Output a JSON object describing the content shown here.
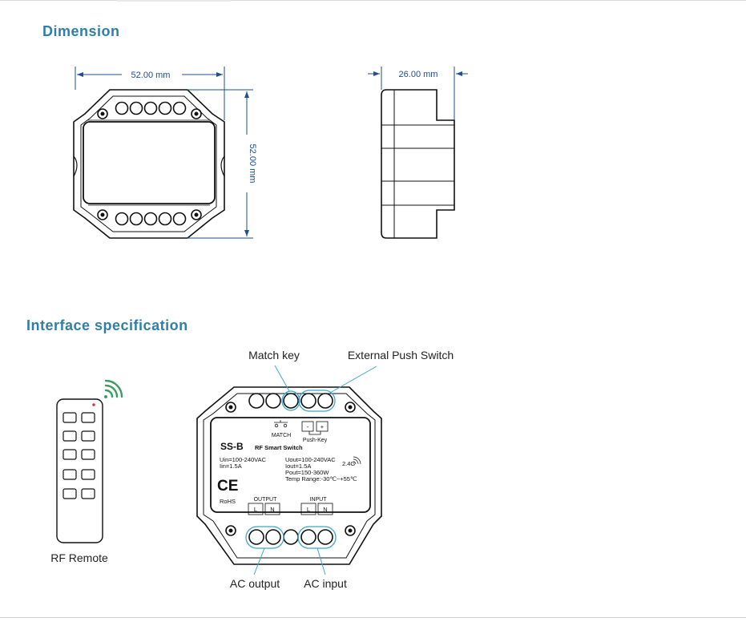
{
  "sections": {
    "dimension_title": "Dimension",
    "interface_title": "Interface specification"
  },
  "dimensions": {
    "width": "52.00 mm",
    "height": "52.00 mm",
    "depth": "26.00 mm"
  },
  "callouts": {
    "match_key": "Match key",
    "external_push_switch": "External Push Switch",
    "ac_output": "AC output",
    "ac_input": "AC input",
    "rf_remote": "RF Remote"
  },
  "device_label": {
    "model": "SS-B",
    "product": "RF Smart Switch",
    "match": "MATCH",
    "push_key": "Push-Key",
    "minus": "-",
    "plus": "+",
    "uin": "Uin=100-240VAC",
    "iin": "Iin=1.5A",
    "uout": "Uout=100-240VAC",
    "iout": "Iout=1.5A",
    "pout": "Pout=150-360W",
    "temp": "Temp Range:-30℃~+55℃",
    "freq": "2.4G",
    "ce": "CE",
    "rohs": "RoHS",
    "output": "OUTPUT",
    "input": "INPUT",
    "l": "L",
    "n": "N"
  },
  "colors": {
    "heading": "#2f7fa6",
    "dimension_line": "#1f4f8f",
    "callout_ring": "#3aa7cc",
    "wifi": "#3d9e63",
    "remote_led": "#d23c3c"
  }
}
